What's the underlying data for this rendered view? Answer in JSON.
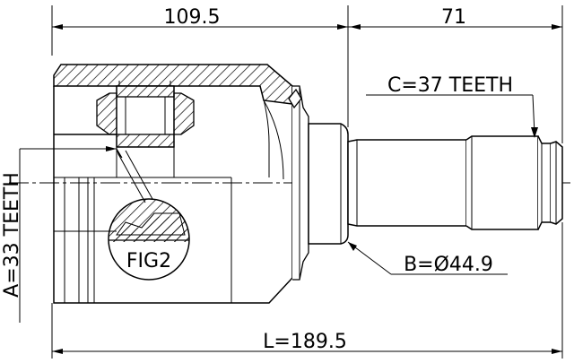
{
  "dimensions": {
    "top_left": "109.5",
    "top_right": "71",
    "teeth_c": "C=37 TEETH",
    "diameter_b": "B=Ø44.9",
    "total_length": "L=189.5",
    "teeth_a": "A=33 TEETH"
  },
  "callouts": {
    "detail": "FIG2"
  },
  "colors": {
    "line": "#000000",
    "background": "#ffffff"
  }
}
